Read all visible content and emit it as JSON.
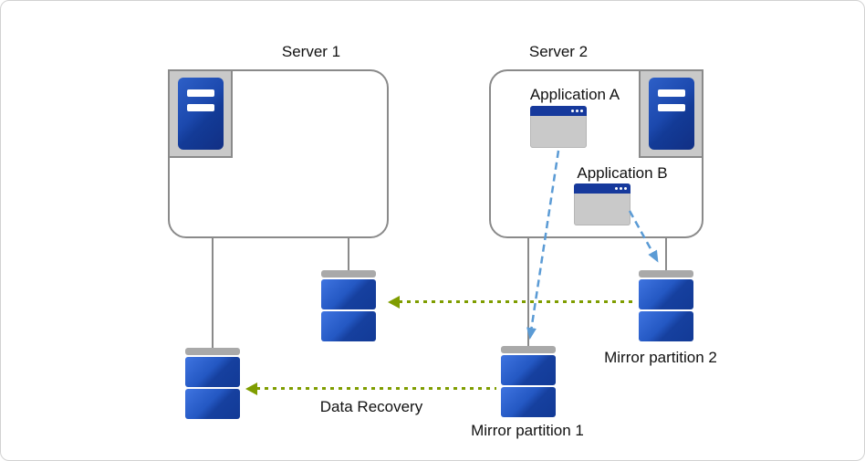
{
  "servers": [
    {
      "label": "Server 1"
    },
    {
      "label": "Server 2"
    }
  ],
  "applications": [
    {
      "label": "Application A"
    },
    {
      "label": "Application B"
    }
  ],
  "partitions": [
    {
      "label": "Mirror partition 1"
    },
    {
      "label": "Mirror partition 2"
    }
  ],
  "flows": {
    "data_recovery": "Data Recovery"
  },
  "icons": {
    "server": "server-tower-icon",
    "application": "app-window-icon",
    "disk": "disk-stack-icon",
    "mirror_sync": "dotted-arrow-left-icon",
    "app_write": "dashed-arrow-icon"
  },
  "colors": {
    "dark_blue": "#16399c",
    "disk_blue": "#2458c3",
    "arrow_blue": "#5b9bd5",
    "arrow_green": "#7f9d00",
    "line_gray": "#8a8a8a",
    "panel_gray": "#c9c9c9"
  }
}
